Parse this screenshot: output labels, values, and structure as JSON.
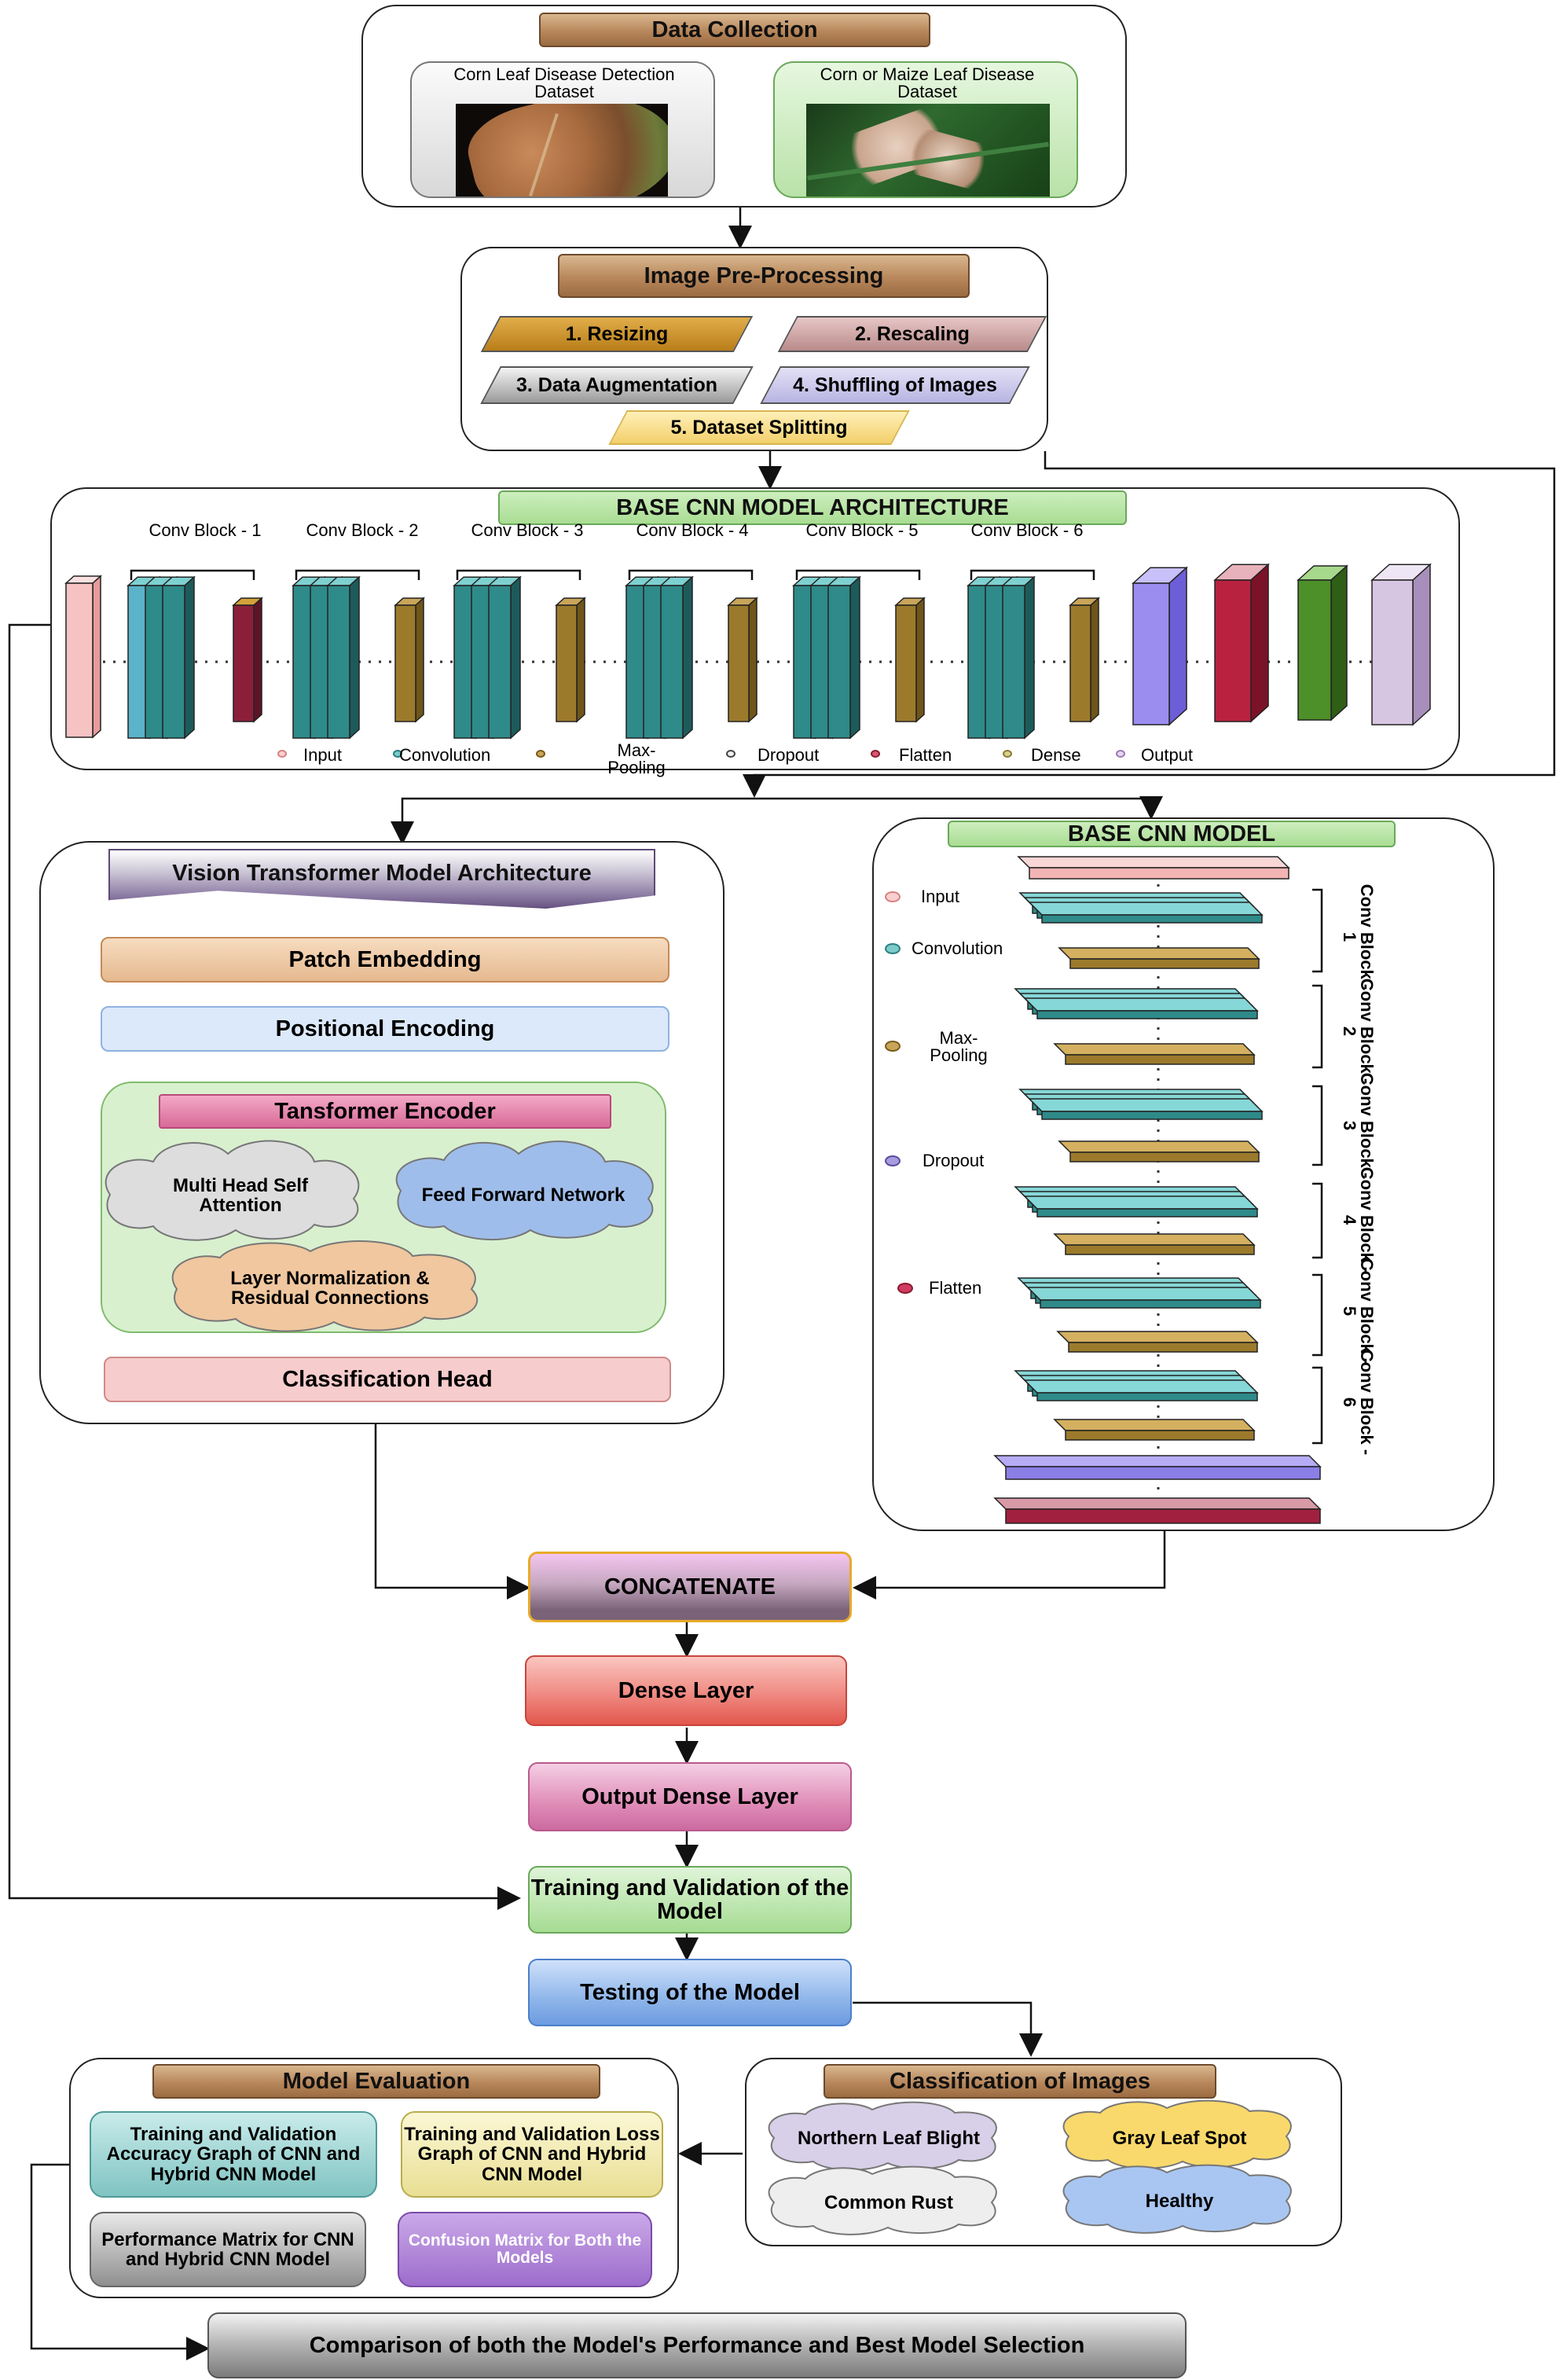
{
  "data_collection": {
    "title": "Data Collection",
    "dataset1": "Corn Leaf Disease Detection Dataset",
    "dataset2": "Corn or Maize Leaf Disease Dataset"
  },
  "preprocessing": {
    "title": "Image Pre-Processing",
    "steps": [
      "1. Resizing",
      "2. Rescaling",
      "3. Data Augmentation",
      "4. Shuffling of Images",
      "5. Dataset Splitting"
    ]
  },
  "cnn_arch": {
    "title": "BASE CNN  MODEL ARCHITECTURE",
    "blocks": [
      "Conv Block - 1",
      "Conv Block - 2",
      "Conv Block - 3",
      "Conv Block - 4",
      "Conv Block - 5",
      "Conv Block - 6"
    ],
    "legend": [
      "Input",
      "Convolution",
      "Max-Pooling",
      "Dropout",
      "Flatten",
      "Dense",
      "Output"
    ]
  },
  "vit": {
    "title": "Vision Transformer Model Architecture",
    "patch": "Patch Embedding",
    "positional": "Positional Encoding",
    "encoder": "Tansformer Encoder",
    "mhsa": "Multi Head Self Attention",
    "ffn": "Feed Forward Network",
    "layernorm": "Layer Normalization &  Residual Connections",
    "head": "Classification Head"
  },
  "base_cnn": {
    "title": "BASE CNN MODEL",
    "legend": [
      "Input",
      "Convolution",
      "Max-Pooling",
      "Dropout",
      "Flatten"
    ],
    "blocks": [
      "Conv Block - 1",
      "Conv Block - 2",
      "Conv Block - 3",
      "Conv Block - 4",
      "Conv Block - 5",
      "Conv Block - 6"
    ]
  },
  "pipeline": {
    "concat": "CONCATENATE",
    "dense": "Dense Layer",
    "output": "Output Dense Layer",
    "training": "Training and Validation of the Model",
    "testing": "Testing of the Model"
  },
  "evaluation": {
    "title": "Model Evaluation",
    "items": [
      "Training and Validation Accuracy Graph of CNN and Hybrid CNN Model",
      "Training and Validation Loss Graph of CNN and Hybrid CNN Model",
      "Performance Matrix for CNN and Hybrid CNN Model",
      "Confusion Matrix for Both the Models"
    ]
  },
  "classification": {
    "title": "Classification of Images",
    "classes": [
      "Northern Leaf Blight",
      "Gray Leaf Spot",
      "Common Rust",
      "Healthy"
    ]
  },
  "comparison": "Comparison of both the Model's Performance and Best Model Selection",
  "colors": {
    "conv": "#3e9a9a",
    "pool": "#b08a3a",
    "input": "#f3b7b7",
    "dense_green": "#4f8a2a",
    "flatten": "#a3243b",
    "output": "#c9b3d6",
    "dropout": "#8b7fd9"
  }
}
